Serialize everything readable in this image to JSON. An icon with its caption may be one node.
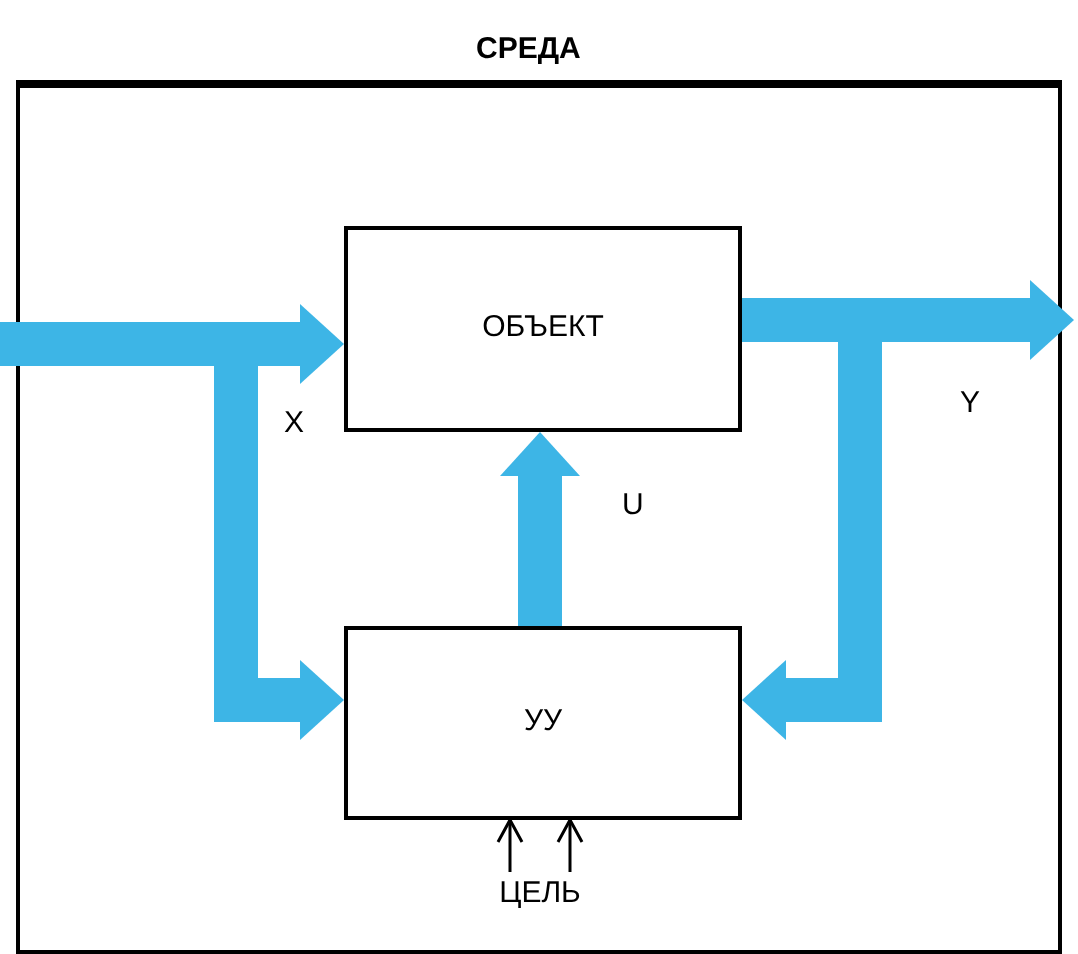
{
  "diagram": {
    "nodes": [
      {
        "text": [
          "СРЕДА"
        ]
      },
      {
        "text": [
          "ОБЪЕКТ"
        ],
        "in": 0
      },
      {
        "text": [
          "УУ"
        ],
        "in": 0
      },
      {
        "text": [
          "ЦЕЛЬ"
        ],
        "in": 0
      }
    ],
    "edges": [
      {
        "from": null,
        "to": 1,
        "arrow": "to",
        "label": "X"
      },
      {
        "from": null,
        "to": 2,
        "arrow": "to"
      },
      {
        "from": 1,
        "to": null,
        "arrow": "to",
        "label": "Y"
      },
      {
        "from": 1,
        "to": 2,
        "arrow": "to"
      },
      {
        "from": 2,
        "to": 1,
        "arrow": "to",
        "label": "U"
      },
      {
        "from": 3,
        "to": 2,
        "arrow": "to",
        "color": "#000000"
      },
      {
        "from": 3,
        "to": 2,
        "arrow": "to",
        "color": "#000000"
      }
    ]
  }
}
